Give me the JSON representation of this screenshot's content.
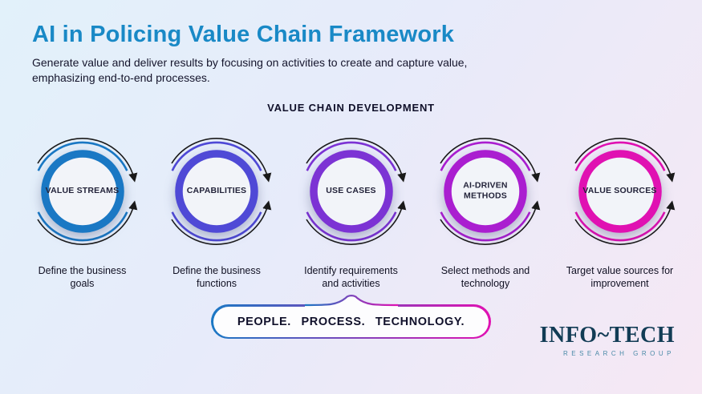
{
  "header": {
    "title": "AI in Policing Value Chain Framework",
    "subtitle": "Generate value and deliver results by focusing on activities to create and capture value, emphasizing end-to-end processes."
  },
  "section_label": "VALUE CHAIN DEVELOPMENT",
  "stages": [
    {
      "label": "VALUE STREAMS",
      "description": "Define the business goals",
      "color": "#1a78c4"
    },
    {
      "label": "CAPABILITIES",
      "description": "Define the business functions",
      "color": "#4f49d6"
    },
    {
      "label": "USE CASES",
      "description": "Identify requirements and activities",
      "color": "#7c33d4"
    },
    {
      "label": "AI-DRIVEN METHODS",
      "description": "Select methods and technology",
      "color": "#aa1ed0"
    },
    {
      "label": "VALUE SOURCES",
      "description": "Target value sources for improvement",
      "color": "#e011b2"
    }
  ],
  "banner": {
    "text": "PEOPLE.  PROCESS.  TECHNOLOGY.",
    "gradient_from": "#1a78c4",
    "gradient_to": "#e011b2"
  },
  "logo": {
    "name": "INFO~TECH",
    "subtext": "RESEARCH GROUP"
  },
  "colors": {
    "title": "#1989c6",
    "body_text": "#15152c",
    "arrow": "#1a1a1a",
    "background_from": "#e2f1fa",
    "background_to": "#f6e8f4"
  }
}
